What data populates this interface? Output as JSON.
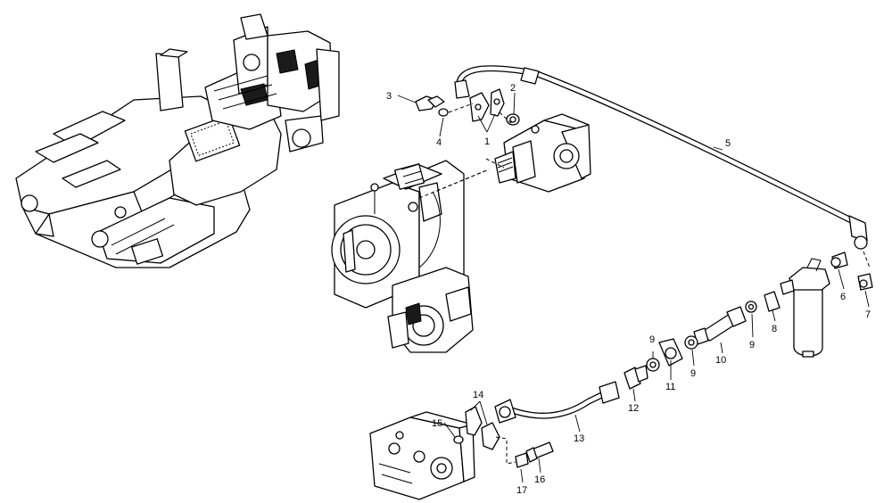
{
  "diagram": {
    "callouts": [
      "1",
      "2",
      "3",
      "4",
      "5",
      "6",
      "7",
      "8",
      "9",
      "9",
      "9",
      "10",
      "11",
      "12",
      "13",
      "14",
      "15",
      "16",
      "17"
    ]
  }
}
